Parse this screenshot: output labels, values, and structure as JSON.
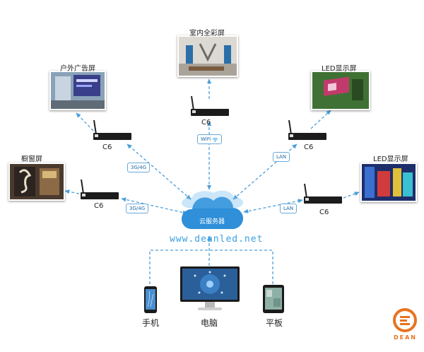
{
  "screens": {
    "top": "室内全彩屏",
    "upper_left": "户外广告屏",
    "upper_right": "LED显示屏",
    "left": "橱窗屏",
    "right": "LED显示屏"
  },
  "players": {
    "model": "C6"
  },
  "links": {
    "top": "WiFi",
    "upper_left": "3G/4G",
    "left": "3G/4G",
    "upper_right": "LAN",
    "right": "LAN"
  },
  "cloud": {
    "label": "云服务器",
    "url": "www.deanled.net"
  },
  "clients": {
    "phone": "手机",
    "computer": "电脑",
    "tablet": "平板"
  },
  "brand": {
    "logo_text": "DEAN"
  },
  "colors": {
    "line": "#4a9fdc",
    "cloud": "#2f8fd8",
    "url": "#3aa0e0",
    "logo": "#e8731f"
  }
}
